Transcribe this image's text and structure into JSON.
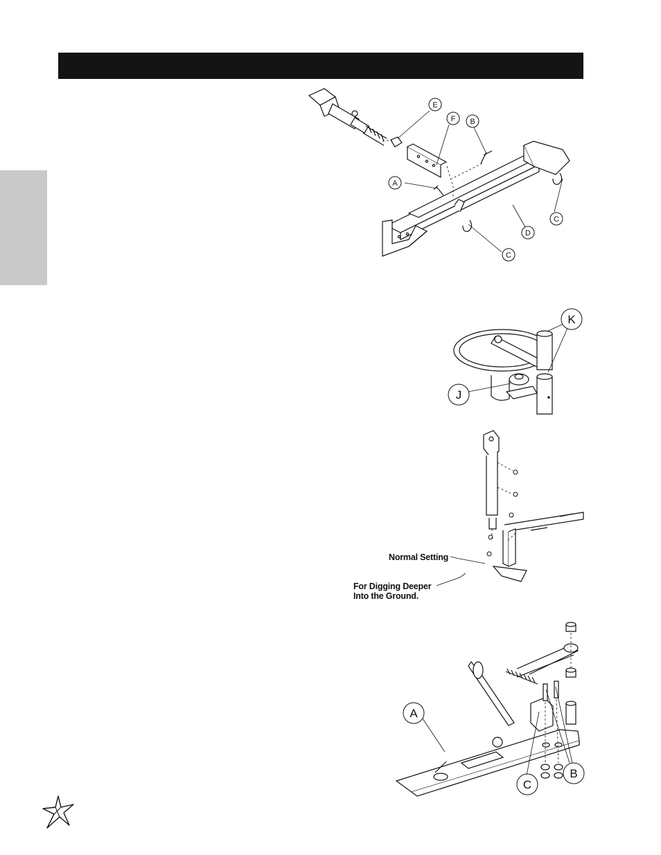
{
  "page": {
    "header_bar_color": "#141414",
    "side_tab_color": "#c9c9c9"
  },
  "figure1": {
    "callouts": {
      "e": "E",
      "f": "F",
      "b": "B",
      "a": "A",
      "c_right": "C",
      "d": "D",
      "c_bottom": "C"
    }
  },
  "figure2": {
    "callouts": {
      "k": "K",
      "j": "J"
    }
  },
  "figure3": {
    "normal_setting": "Normal Setting",
    "digging_deeper_line1": "For Digging Deeper",
    "digging_deeper_line2": "Into the Ground."
  },
  "figure4": {
    "callouts": {
      "a": "A",
      "c": "C",
      "b": "B"
    }
  },
  "logo": {
    "icon": "star-burst-logo-icon"
  }
}
